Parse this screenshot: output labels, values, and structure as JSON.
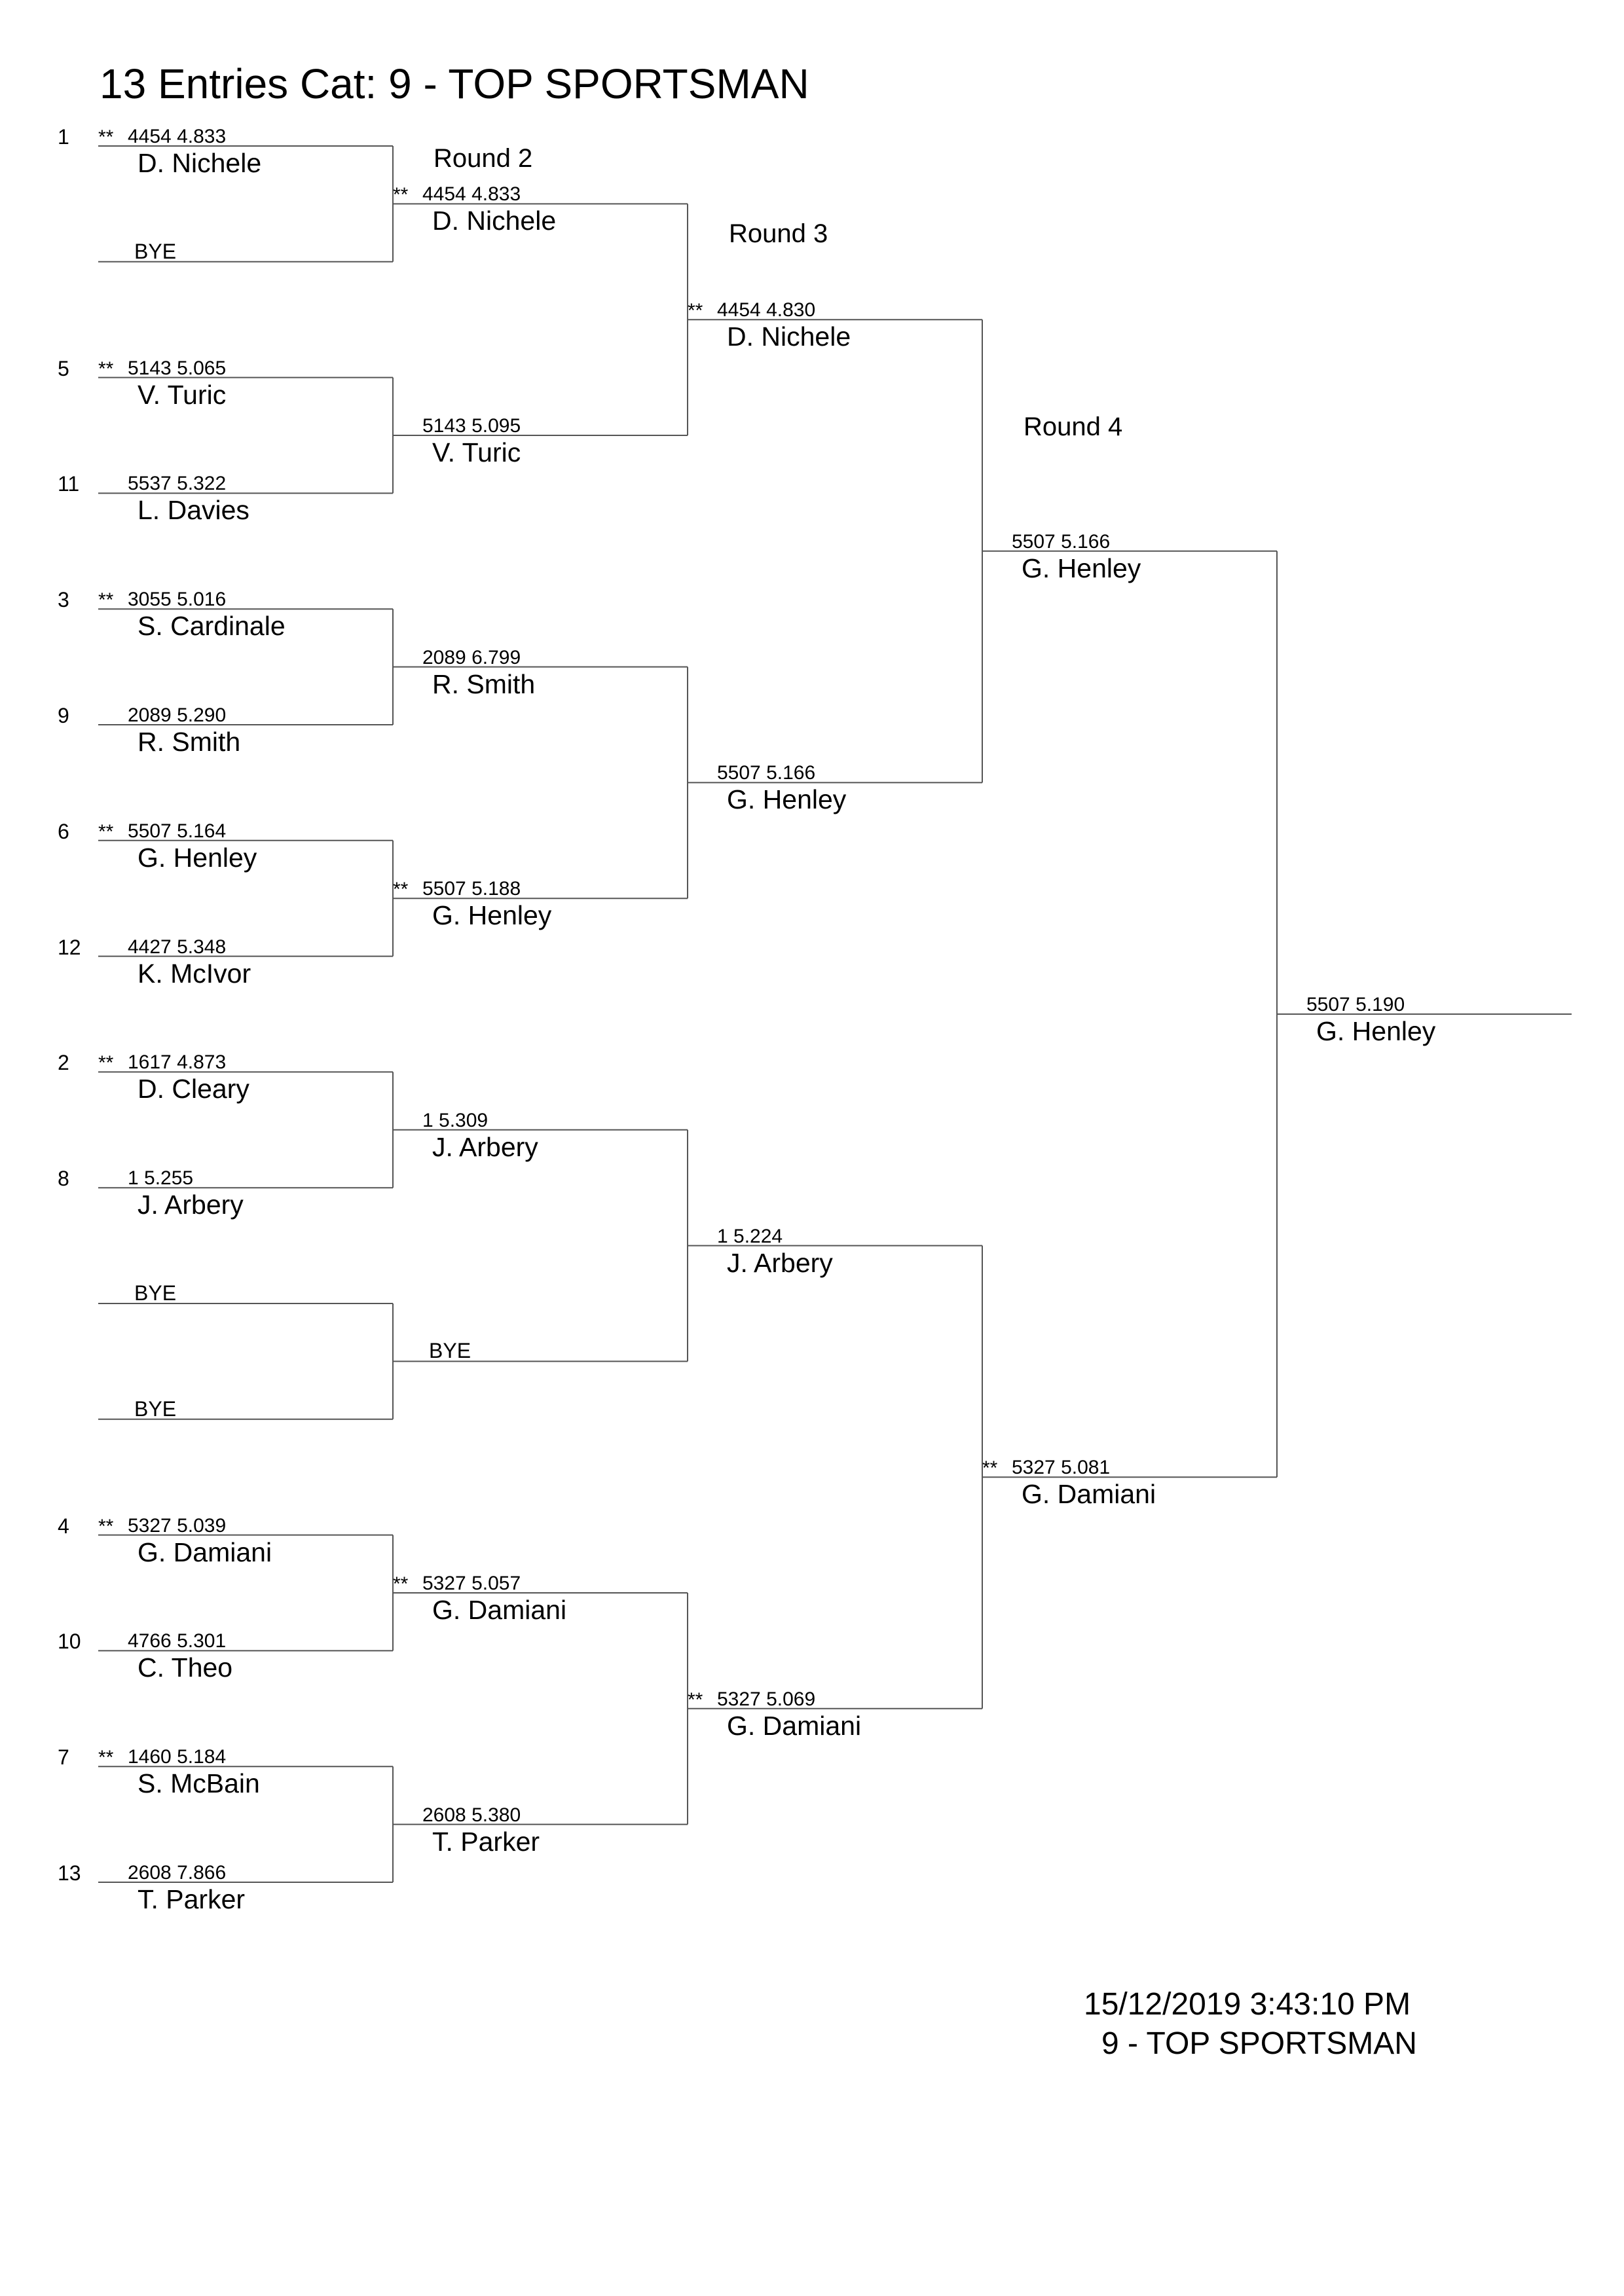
{
  "header": {
    "title": "13 Entries Cat:   9 - TOP SPORTSMAN"
  },
  "rounds": [
    "Round 2",
    "Round 3",
    "Round 4"
  ],
  "round1": [
    {
      "seed": "1",
      "star": true,
      "num": "4454",
      "time": "4.833",
      "name": "D. Nichele"
    },
    {
      "seed": "",
      "star": false,
      "bye": true,
      "name": "BYE"
    },
    {
      "seed": "5",
      "star": true,
      "num": "5143",
      "time": "5.065",
      "name": "V. Turic"
    },
    {
      "seed": "11",
      "star": false,
      "num": "5537",
      "time": "5.322",
      "name": "L. Davies"
    },
    {
      "seed": "3",
      "star": true,
      "num": "3055",
      "time": "5.016",
      "name": "S. Cardinale"
    },
    {
      "seed": "9",
      "star": false,
      "num": "2089",
      "time": "5.290",
      "name": "R. Smith"
    },
    {
      "seed": "6",
      "star": true,
      "num": "5507",
      "time": "5.164",
      "name": "G. Henley"
    },
    {
      "seed": "12",
      "star": false,
      "num": "4427",
      "time": "5.348",
      "name": "K. McIvor"
    },
    {
      "seed": "2",
      "star": true,
      "num": "1617",
      "time": "4.873",
      "name": "D. Cleary"
    },
    {
      "seed": "8",
      "star": false,
      "num": "1",
      "time": "5.255",
      "name": "J. Arbery"
    },
    {
      "seed": "",
      "star": false,
      "bye": true,
      "name": "BYE"
    },
    {
      "seed": "",
      "star": false,
      "bye": true,
      "name": "BYE"
    },
    {
      "seed": "4",
      "star": true,
      "num": "5327",
      "time": "5.039",
      "name": "G. Damiani"
    },
    {
      "seed": "10",
      "star": false,
      "num": "4766",
      "time": "5.301",
      "name": "C. Theo"
    },
    {
      "seed": "7",
      "star": true,
      "num": "1460",
      "time": "5.184",
      "name": "S. McBain"
    },
    {
      "seed": "13",
      "star": false,
      "num": "2608",
      "time": "7.866",
      "name": "T. Parker"
    }
  ],
  "round2": [
    {
      "star": true,
      "num": "4454",
      "time": "4.833",
      "name": "D. Nichele"
    },
    {
      "star": false,
      "num": "5143",
      "time": "5.095",
      "name": "V. Turic"
    },
    {
      "star": false,
      "num": "2089",
      "time": "6.799",
      "name": "R. Smith"
    },
    {
      "star": true,
      "num": "5507",
      "time": "5.188",
      "name": "G. Henley"
    },
    {
      "star": false,
      "num": "1",
      "time": "5.309",
      "name": "J. Arbery"
    },
    {
      "star": false,
      "bye": true,
      "name": "BYE"
    },
    {
      "star": true,
      "num": "5327",
      "time": "5.057",
      "name": "G. Damiani"
    },
    {
      "star": false,
      "num": "2608",
      "time": "5.380",
      "name": "T. Parker"
    }
  ],
  "round3": [
    {
      "star": true,
      "num": "4454",
      "time": "4.830",
      "name": "D. Nichele"
    },
    {
      "star": false,
      "num": "5507",
      "time": "5.166",
      "name": "G. Henley"
    },
    {
      "star": false,
      "num": "1",
      "time": "5.224",
      "name": "J. Arbery"
    },
    {
      "star": true,
      "num": "5327",
      "time": "5.069",
      "name": "G. Damiani"
    }
  ],
  "round4": [
    {
      "star": false,
      "num": "5507",
      "time": "5.166",
      "name": "G. Henley"
    },
    {
      "star": true,
      "num": "5327",
      "time": "5.081",
      "name": "G. Damiani"
    }
  ],
  "final": {
    "star": false,
    "num": "5507",
    "time": "5.190",
    "name": "G. Henley"
  },
  "star_mark": "**",
  "footer": {
    "timestamp": "15/12/2019 3:43:10 PM",
    "category": "9 - TOP SPORTSMAN"
  }
}
